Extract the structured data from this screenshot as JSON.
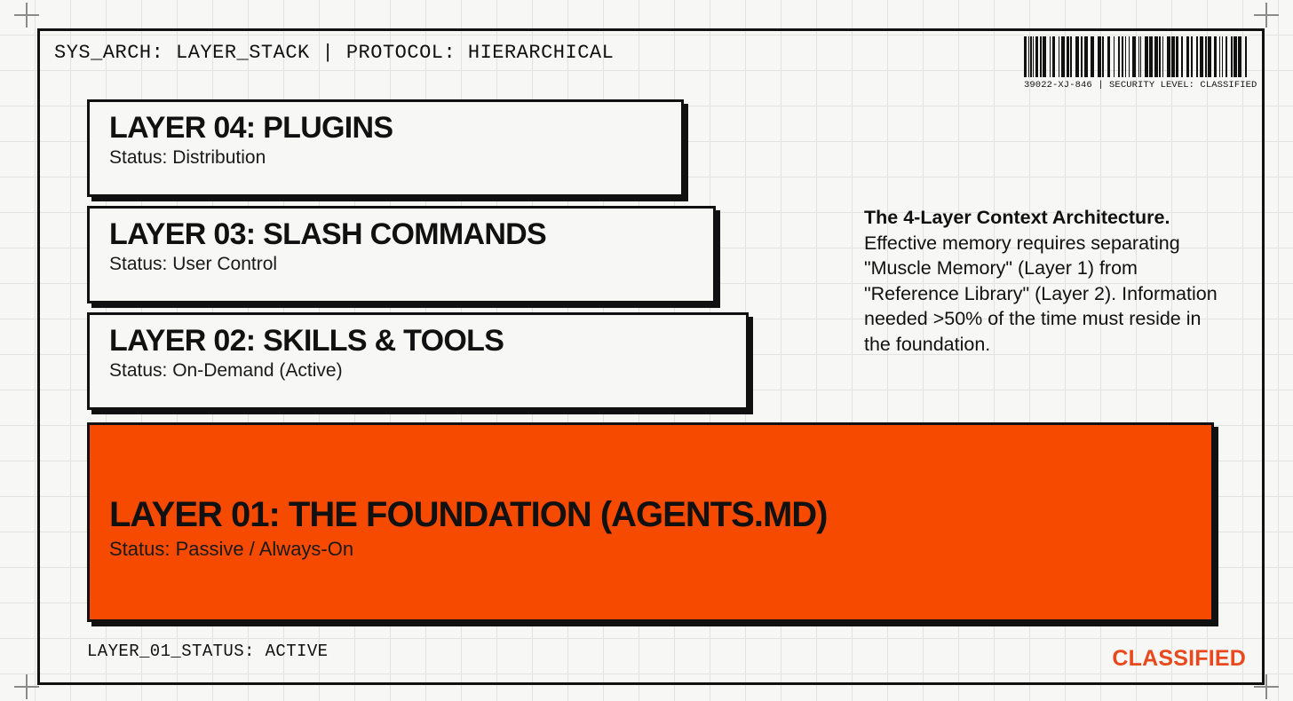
{
  "header": {
    "system_line": "SYS_ARCH: LAYER_STACK | PROTOCOL: HIERARCHICAL"
  },
  "barcode": {
    "label": "39022-XJ-846 | SECURITY LEVEL: CLASSIFIED"
  },
  "layers": [
    {
      "id": "layer-04",
      "title": "LAYER 04: PLUGINS",
      "status": "Status: Distribution"
    },
    {
      "id": "layer-03",
      "title": "LAYER 03: SLASH COMMANDS",
      "status": "Status: User Control"
    },
    {
      "id": "layer-02",
      "title": "LAYER 02: SKILLS & TOOLS",
      "status": "Status: On-Demand (Active)"
    },
    {
      "id": "layer-01",
      "title": "LAYER 01: THE FOUNDATION (AGENTS.MD)",
      "status": "Status: Passive / Always-On"
    }
  ],
  "annotation": {
    "lead": "The 4-Layer Context Architecture.",
    "body": " Effective memory requires separating \"Muscle Memory\" (Layer 1) from \"Reference Library\" (Layer 2). Information needed >50% of the time must reside in the foundation."
  },
  "footer": {
    "status": "LAYER_01_STATUS: ACTIVE",
    "stamp": "CLASSIFIED"
  },
  "colors": {
    "accent_orange": "#f64a00",
    "stamp_orange": "#e8491d",
    "ink": "#111111",
    "paper": "#f7f7f5",
    "grid_line": "#e2e2e0"
  }
}
